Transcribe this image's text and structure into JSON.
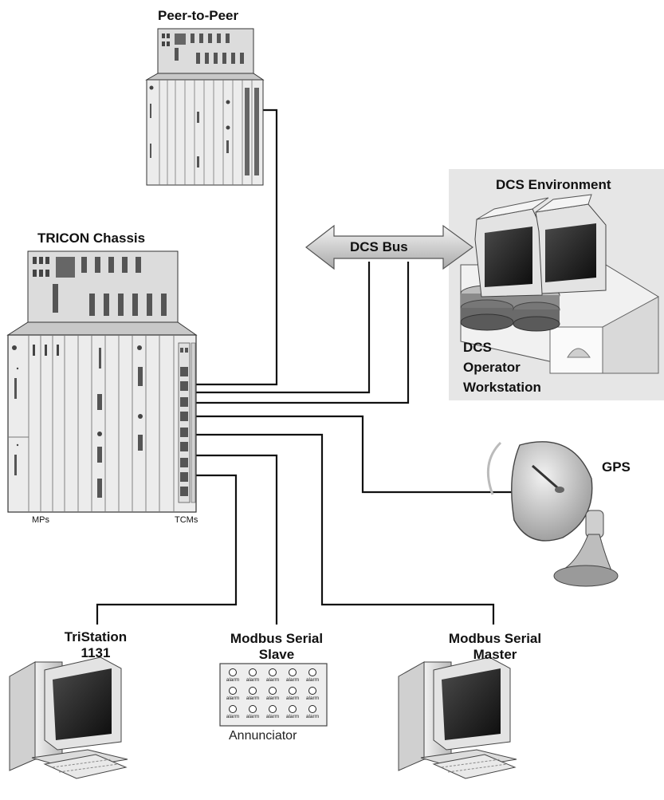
{
  "labels": {
    "peer_to_peer": "Peer-to-Peer",
    "tricon_chassis": "TRICON Chassis",
    "dcs_environment": "DCS Environment",
    "dcs_bus": "DCS Bus",
    "dcs_operator_workstation": [
      "DCS",
      "Operator",
      "Workstation"
    ],
    "gps": "GPS",
    "mps": "MPs",
    "tcms": "TCMs",
    "tristation": [
      "TriStation",
      "1131"
    ],
    "modbus_slave": [
      "Modbus Serial",
      "Slave"
    ],
    "modbus_master": [
      "Modbus Serial",
      "Master"
    ],
    "annunciator": "Annunciator"
  },
  "annunciator": {
    "lamp_label": "alarm",
    "rows": 3,
    "cols": 5
  },
  "colors": {
    "chassis_face": "#e9e9e9",
    "chassis_top": "#dcdcdc",
    "module_dark": "#555555",
    "dcs_background": "#e6e6e6",
    "bus_arrow": "#c9c9c9",
    "line": "#111111"
  }
}
